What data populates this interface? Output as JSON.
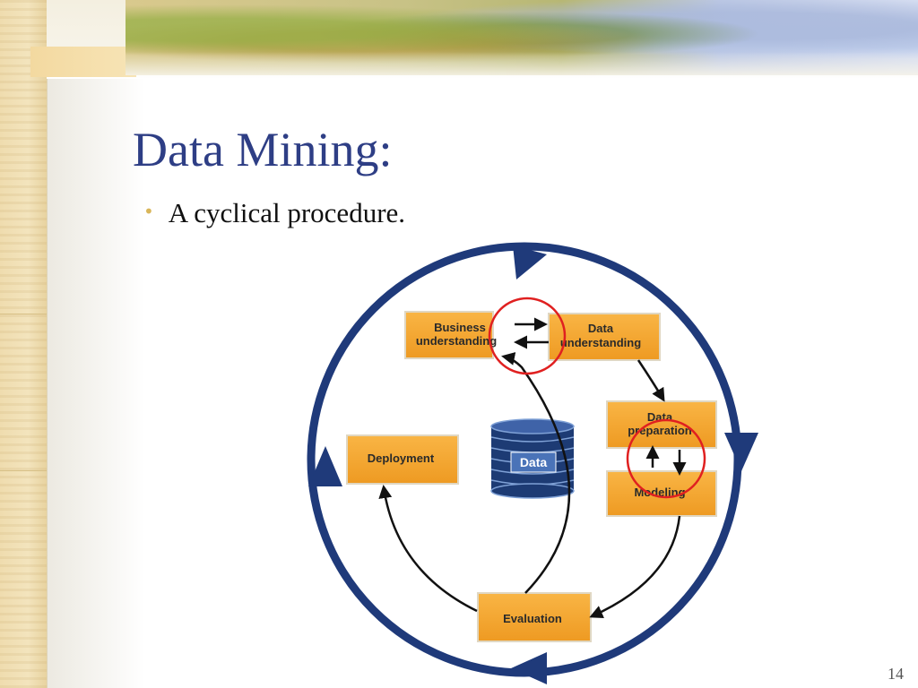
{
  "slide": {
    "title": "Data Mining:",
    "bullet": "A cyclical procedure.",
    "page_number": "14"
  },
  "diagram": {
    "phases": {
      "business_understanding": [
        "Business",
        "understanding"
      ],
      "data_understanding": [
        "Data",
        "understanding"
      ],
      "data_preparation": [
        "Data",
        "preparation"
      ],
      "modeling": "Modeling",
      "evaluation": "Evaluation",
      "deployment": "Deployment"
    },
    "center_label": "Data"
  },
  "colors": {
    "title": "#2e3e85",
    "cycle_ring": "#1f3a7a",
    "phase_box": "#f6a530",
    "highlight_circle": "#e02020",
    "database": "#1d3b74"
  }
}
